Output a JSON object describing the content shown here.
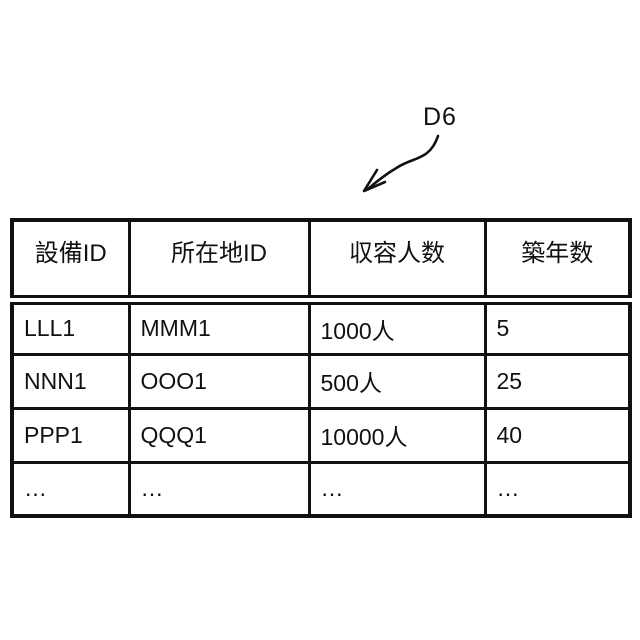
{
  "figure": {
    "label": "D6"
  },
  "table": {
    "headers": [
      "設備ID",
      "所在地ID",
      "収容人数",
      "築年数"
    ],
    "rows": [
      [
        "LLL1",
        "MMM1",
        "1000人",
        "5"
      ],
      [
        "NNN1",
        "OOO1",
        "500人",
        "25"
      ],
      [
        "PPP1",
        "QQQ1",
        "10000人",
        "40"
      ],
      [
        "…",
        "…",
        "…",
        "…"
      ]
    ]
  },
  "colors": {
    "line": "#111111",
    "background": "#ffffff"
  }
}
